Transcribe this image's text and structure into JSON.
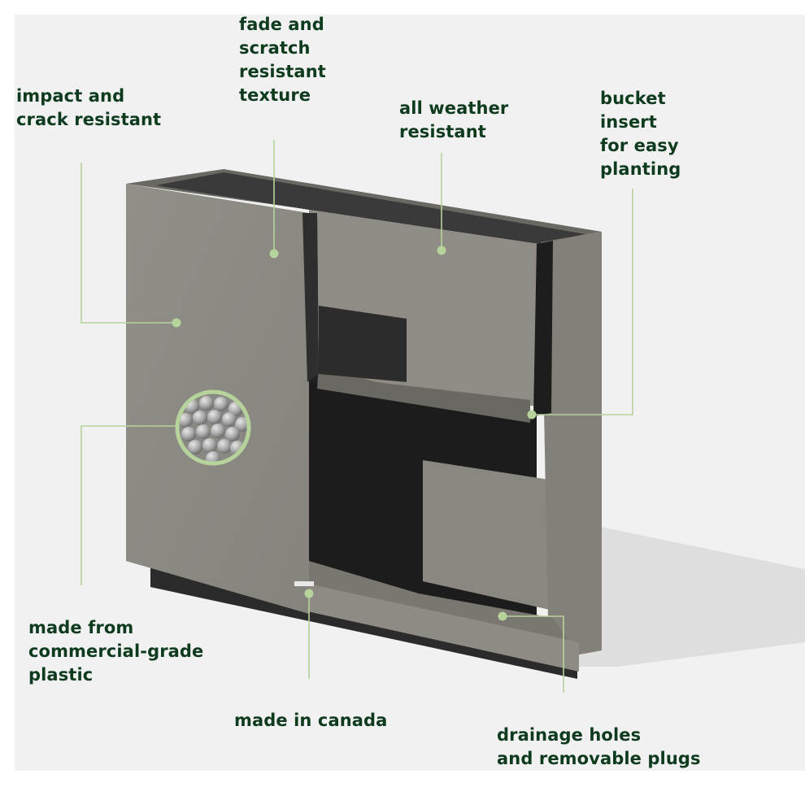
{
  "callouts": {
    "impact": [
      "impact and",
      "crack resistant"
    ],
    "fade": [
      "fade and",
      "scratch",
      "resistant",
      "texture"
    ],
    "weather": [
      "all weather",
      "resistant"
    ],
    "bucket": [
      "bucket",
      "insert",
      "for easy",
      "planting"
    ],
    "material": [
      "made from",
      "commercial-grade",
      "plastic"
    ],
    "canada": [
      "made in canada"
    ],
    "drainage": [
      "drainage holes",
      "and removable plugs"
    ]
  },
  "colors": {
    "label_text": "#0e3b1e",
    "callout_line": "#b5d39a",
    "panel_bg": "#f1f1f1",
    "planter_body": "#8c8983",
    "planter_interior": "#1e1e1e"
  }
}
